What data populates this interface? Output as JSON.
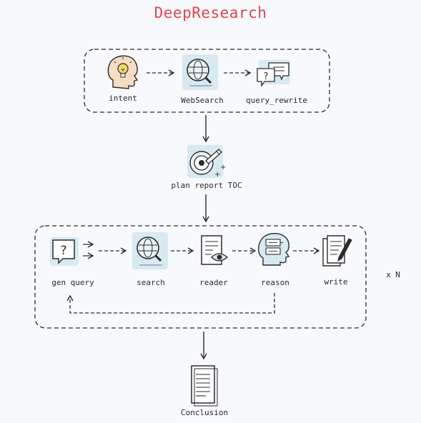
{
  "title": "DeepResearch",
  "colors": {
    "title": "#e0454a",
    "stroke": "#2b2b2b",
    "icon_bg": "#d7eaf2",
    "head_fill": "#f6dcc3",
    "bulb": "#f6d66b"
  },
  "top_group": {
    "nodes": [
      {
        "label": "intent",
        "icon": "head-lightbulb-icon"
      },
      {
        "label": "WebSearch",
        "icon": "globe-magnifier-icon"
      },
      {
        "label": "query_rewrite",
        "icon": "speech-bubbles-icon"
      }
    ]
  },
  "plan": {
    "label": "plan report TOC",
    "icon": "target-pencil-icon"
  },
  "loop_group": {
    "nodes": [
      {
        "label": "gen query",
        "icon": "question-bubble-icon"
      },
      {
        "label": "search",
        "icon": "globe-magnifier-icon"
      },
      {
        "label": "reader",
        "icon": "document-eye-icon"
      },
      {
        "label": "reason",
        "icon": "head-reasoning-icon"
      },
      {
        "label": "write",
        "icon": "documents-pen-icon"
      }
    ],
    "repeat_label": "x N"
  },
  "conclusion": {
    "label": "Conclusion",
    "icon": "document-icon"
  }
}
